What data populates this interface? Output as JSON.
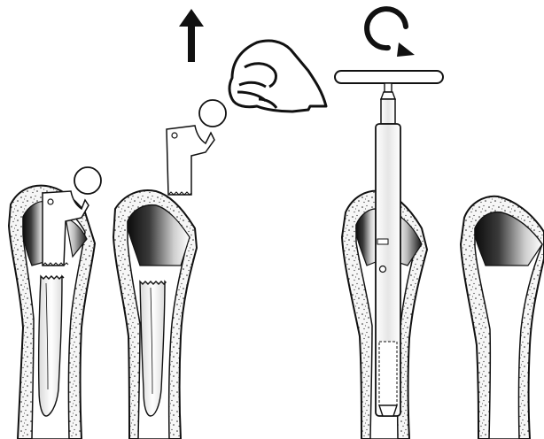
{
  "figure": {
    "type": "surgical-illustration",
    "colors": {
      "ink": "#111111",
      "cortical_bone": "#f4f4f4",
      "stipple": "#222222",
      "canal": "#ffffff",
      "metal_dark": "#1a1a1a",
      "metal_light": "#ffffff"
    },
    "panels": [
      {
        "id": "stem-in-situ"
      },
      {
        "id": "stem-removed-with-hand"
      },
      {
        "id": "t-handle-extraction-tool"
      },
      {
        "id": "empty-femoral-canal"
      }
    ],
    "icons": {
      "arrow": "arrow-up-icon",
      "rotate": "rotate-clockwise-icon",
      "hand": "hand-grip-icon"
    }
  }
}
